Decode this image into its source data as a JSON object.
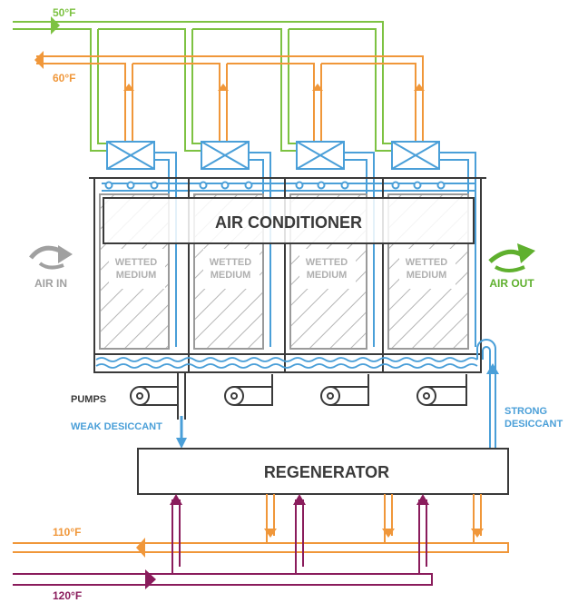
{
  "labels": {
    "cool_in": "50°F",
    "cool_out": "60°F",
    "hot_out": "110°F",
    "hot_in": "120°F",
    "air_conditioner": "AIR CONDITIONER",
    "wetted_medium_line1": "WETTED",
    "wetted_medium_line2": "MEDIUM",
    "air_in": "AIR IN",
    "air_out": "AIR OUT",
    "pumps": "PUMPS",
    "weak_desiccant": "WEAK DESICCANT",
    "strong_desiccant_line1": "STRONG",
    "strong_desiccant_line2": "DESICCANT",
    "regenerator": "REGENERATOR"
  },
  "colors": {
    "green": "#7dc242",
    "orange": "#f0973a",
    "blue": "#4a9fd8",
    "purple": "#8a1c5c",
    "dark": "#3a3a3a",
    "gray": "#9a9a9a",
    "hatch": "#b5b5b5"
  },
  "units": 4
}
